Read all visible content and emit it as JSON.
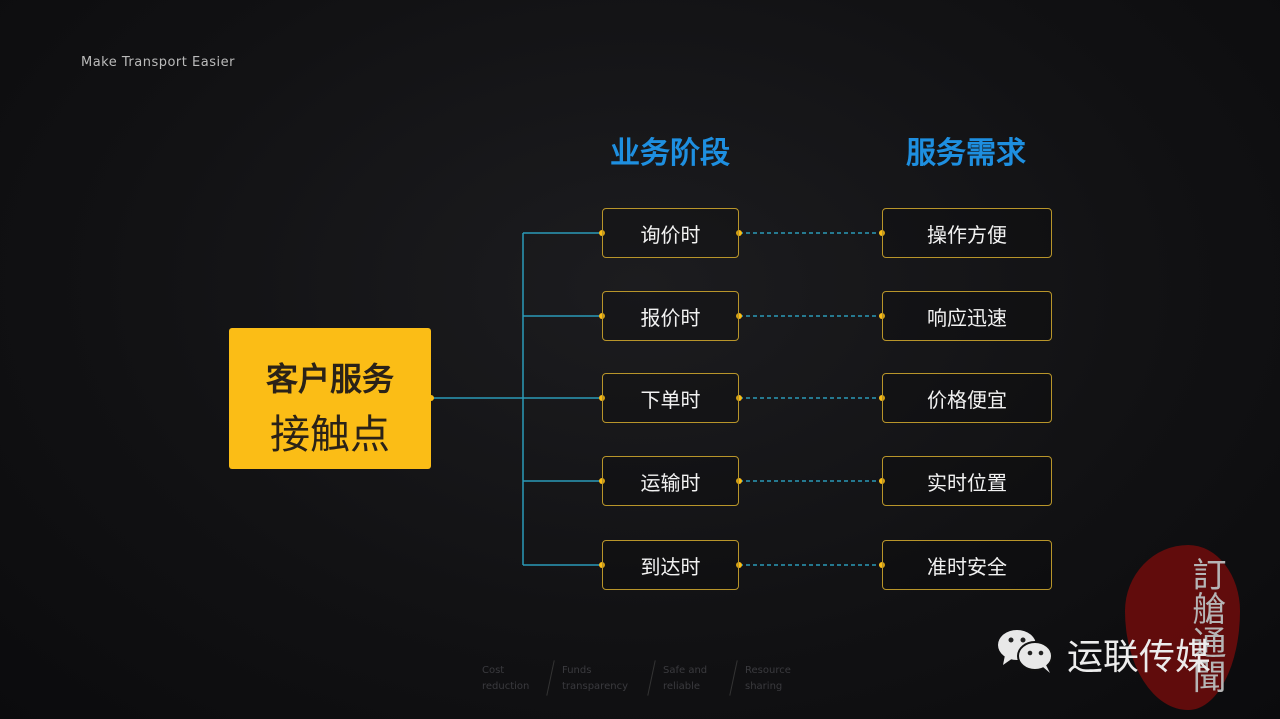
{
  "tagline": "Make Transport Easier",
  "headings": {
    "stage": "业务阶段",
    "need": "服务需求"
  },
  "core": {
    "line1": "客户服务",
    "line2": "接触点"
  },
  "rows": [
    {
      "stage": "询价时",
      "need": "操作方便"
    },
    {
      "stage": "报价时",
      "need": "响应迅速"
    },
    {
      "stage": "下单时",
      "need": "价格便宜"
    },
    {
      "stage": "运输时",
      "need": "实时位置"
    },
    {
      "stage": "到达时",
      "need": "准时安全"
    }
  ],
  "footer": [
    {
      "l1": "Cost",
      "l2": "reduction"
    },
    {
      "l1": "Funds",
      "l2": "transparency"
    },
    {
      "l1": "Safe and",
      "l2": "reliable"
    },
    {
      "l1": "Resource",
      "l2": "sharing"
    }
  ],
  "watermark": {
    "text": "运联传媒",
    "seal": "訂艙通聞"
  },
  "colors": {
    "accent": "#fbbd16",
    "heading": "#1e8fe0",
    "line": "#2a9ab8"
  }
}
